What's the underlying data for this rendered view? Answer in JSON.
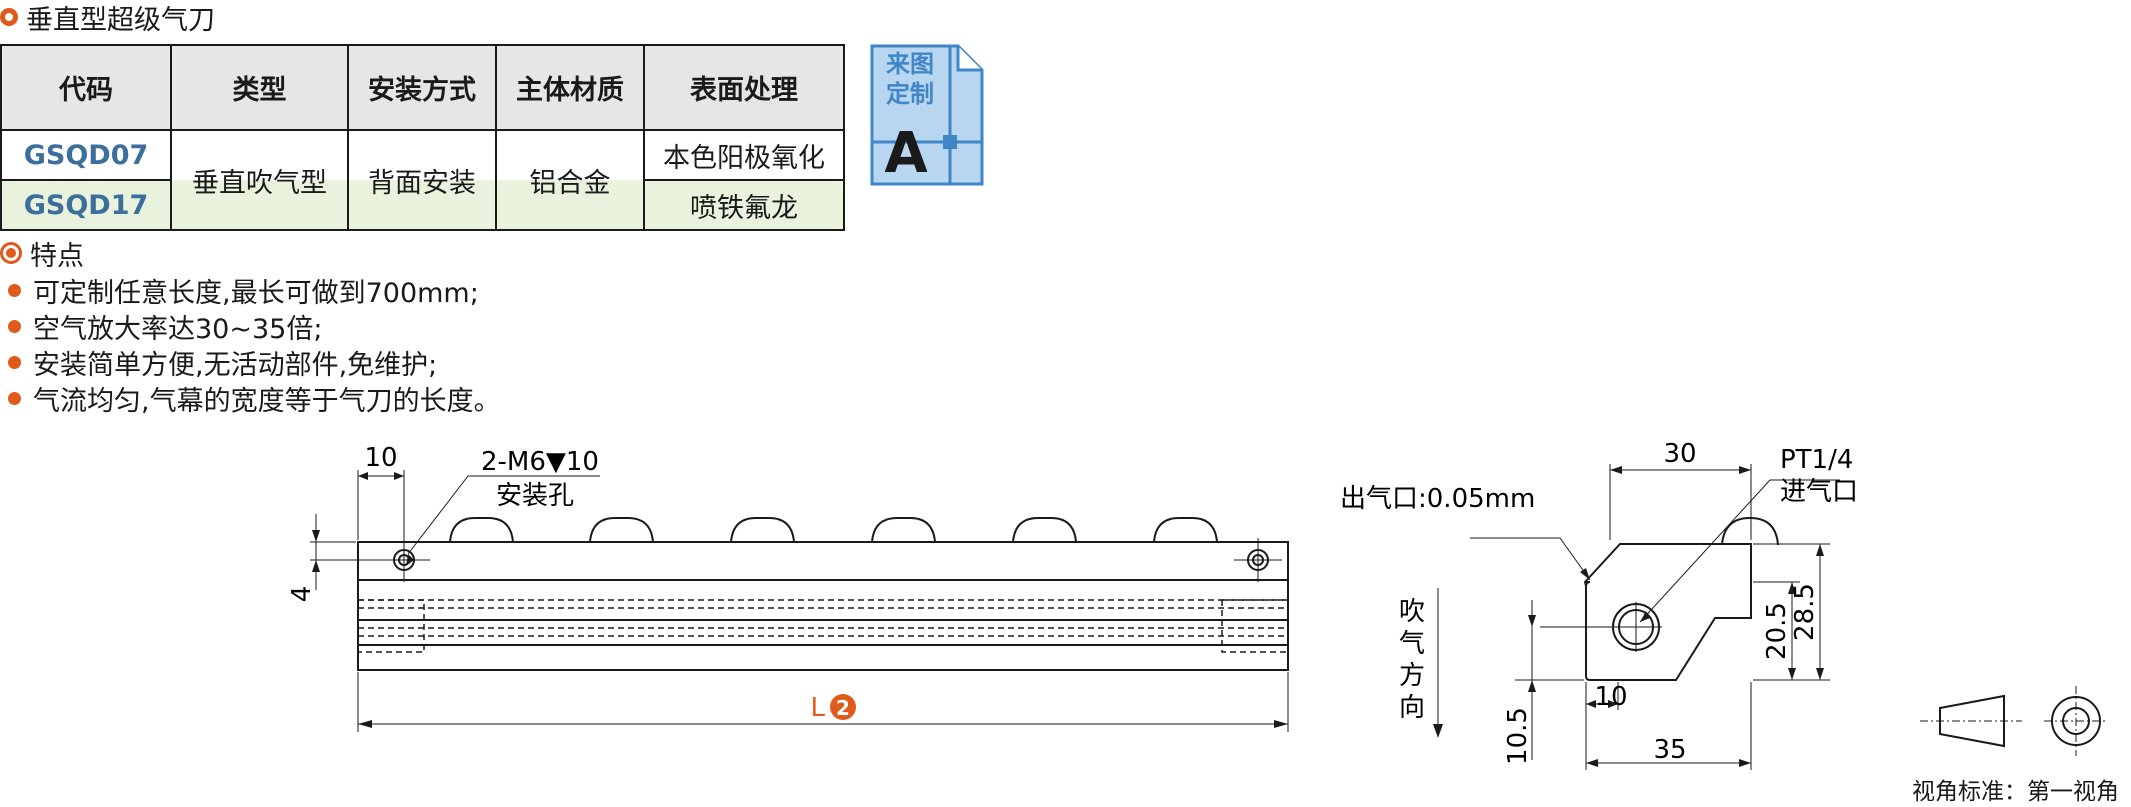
{
  "title": "垂直型超级气刀",
  "table": {
    "headers": [
      "代码",
      "类型",
      "安装方式",
      "主体材质",
      "表面处理"
    ],
    "codes": [
      "GSQD07",
      "GSQD17"
    ],
    "type": "垂直吹气型",
    "mounting": "背面安装",
    "material": "铝合金",
    "surface": [
      "本色阳极氧化",
      "喷铁氟龙"
    ]
  },
  "badge": {
    "line1": "来图",
    "line2": "定制",
    "letter": "A",
    "color": "#3f86c7"
  },
  "features": {
    "heading": "特点",
    "items": [
      "可定制任意长度,最长可做到700mm;",
      "空气放大率达30~35倍;",
      "安装简单方便,无活动部件,免维护;",
      "气流均匀,气幕的宽度等于气刀的长度。"
    ]
  },
  "drawing_front": {
    "dim_left_offset": "10",
    "hole_callout_line1": "2-M6▼10",
    "hole_callout_line2": "安装孔",
    "dim_vertical": "4",
    "length_label": "L",
    "length_marker": "2"
  },
  "drawing_side": {
    "outlet_label": "出气口:0.05mm",
    "inlet_label_line1": "PT1/4",
    "inlet_label_line2": "进气口",
    "dim_top": "30",
    "dim_h1": "20.5",
    "dim_h2": "28.5",
    "dim_bottom_small": "10",
    "dim_bottom": "35",
    "dim_left": "10.5",
    "blow_direction": [
      "吹",
      "气",
      "方",
      "向"
    ]
  },
  "view_standard": "视角标准：第一视角",
  "colors": {
    "accent": "#e05a1c",
    "code_blue": "#3c6f9b",
    "row_green": "#e9f2dc",
    "header_gray": "#e6e6e6"
  }
}
